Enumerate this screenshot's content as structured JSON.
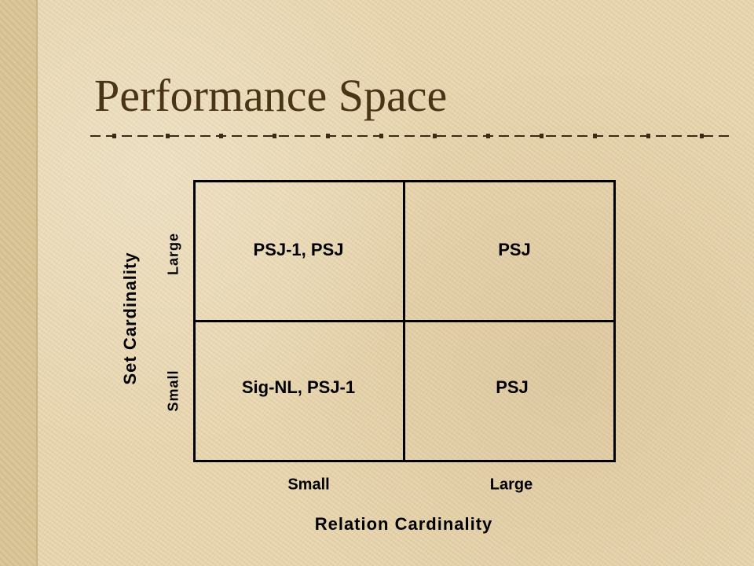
{
  "slide": {
    "title": "Performance Space",
    "y_axis_label": "Set Cardinality",
    "x_axis_label": "Relation Cardinality",
    "row_labels": [
      "Large",
      "Small"
    ],
    "column_labels": [
      "Small",
      "Large"
    ],
    "cells": [
      [
        "PSJ-1, PSJ",
        "PSJ"
      ],
      [
        "Sig-NL, PSJ-1",
        "PSJ"
      ]
    ],
    "colors": {
      "background": "#e8d6ae",
      "title": "#4a3418",
      "grid": "#000000"
    }
  }
}
